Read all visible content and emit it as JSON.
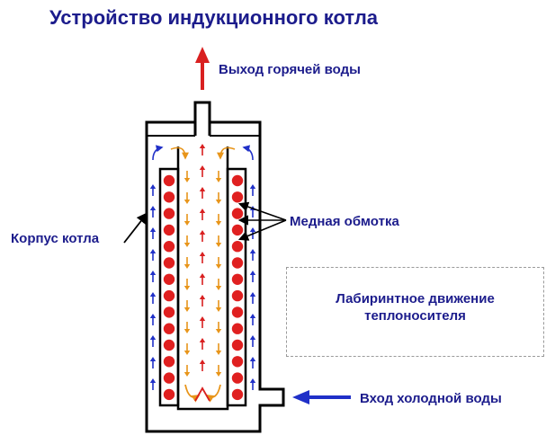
{
  "title": "Устройство индукционного котла",
  "labels": {
    "hot_water_out": "Выход горячей воды",
    "boiler_body": "Корпус котла",
    "copper_winding": "Медная обмотка",
    "cold_water_in": "Вход холодной воды"
  },
  "note": {
    "line1": "Лабиринтное движение",
    "line2": "теплоносителя"
  },
  "colors": {
    "text": "#1c1c8c",
    "outline": "#000000",
    "coil": "#e02020",
    "hot_arrow": "#d92020",
    "mid_arrow": "#e8951a",
    "cold_arrow": "#2030c8"
  }
}
